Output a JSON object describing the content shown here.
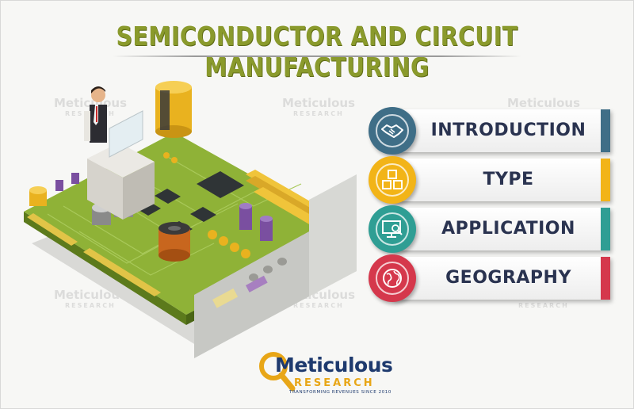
{
  "title": "SEMICONDUCTOR AND CIRCUIT MANUFACTURING",
  "watermark": {
    "name": "Meticulous",
    "sub": "RESEARCH"
  },
  "menu": [
    {
      "label": "INTRODUCTION",
      "icon": "handshake-icon",
      "color": "#3f6e87"
    },
    {
      "label": "TYPE",
      "icon": "boxes-icon",
      "color": "#f2b418"
    },
    {
      "label": "APPLICATION",
      "icon": "monitor-search-icon",
      "color": "#2f9e94"
    },
    {
      "label": "GEOGRAPHY",
      "icon": "globe-icon",
      "color": "#d5384c"
    }
  ],
  "logo": {
    "name": "Meticulous",
    "sub": "RESEARCH",
    "tagline": "TRANSFORMING REVENUES SINCE 2010",
    "color_primary": "#1e3a6e",
    "color_accent": "#e8a617"
  }
}
